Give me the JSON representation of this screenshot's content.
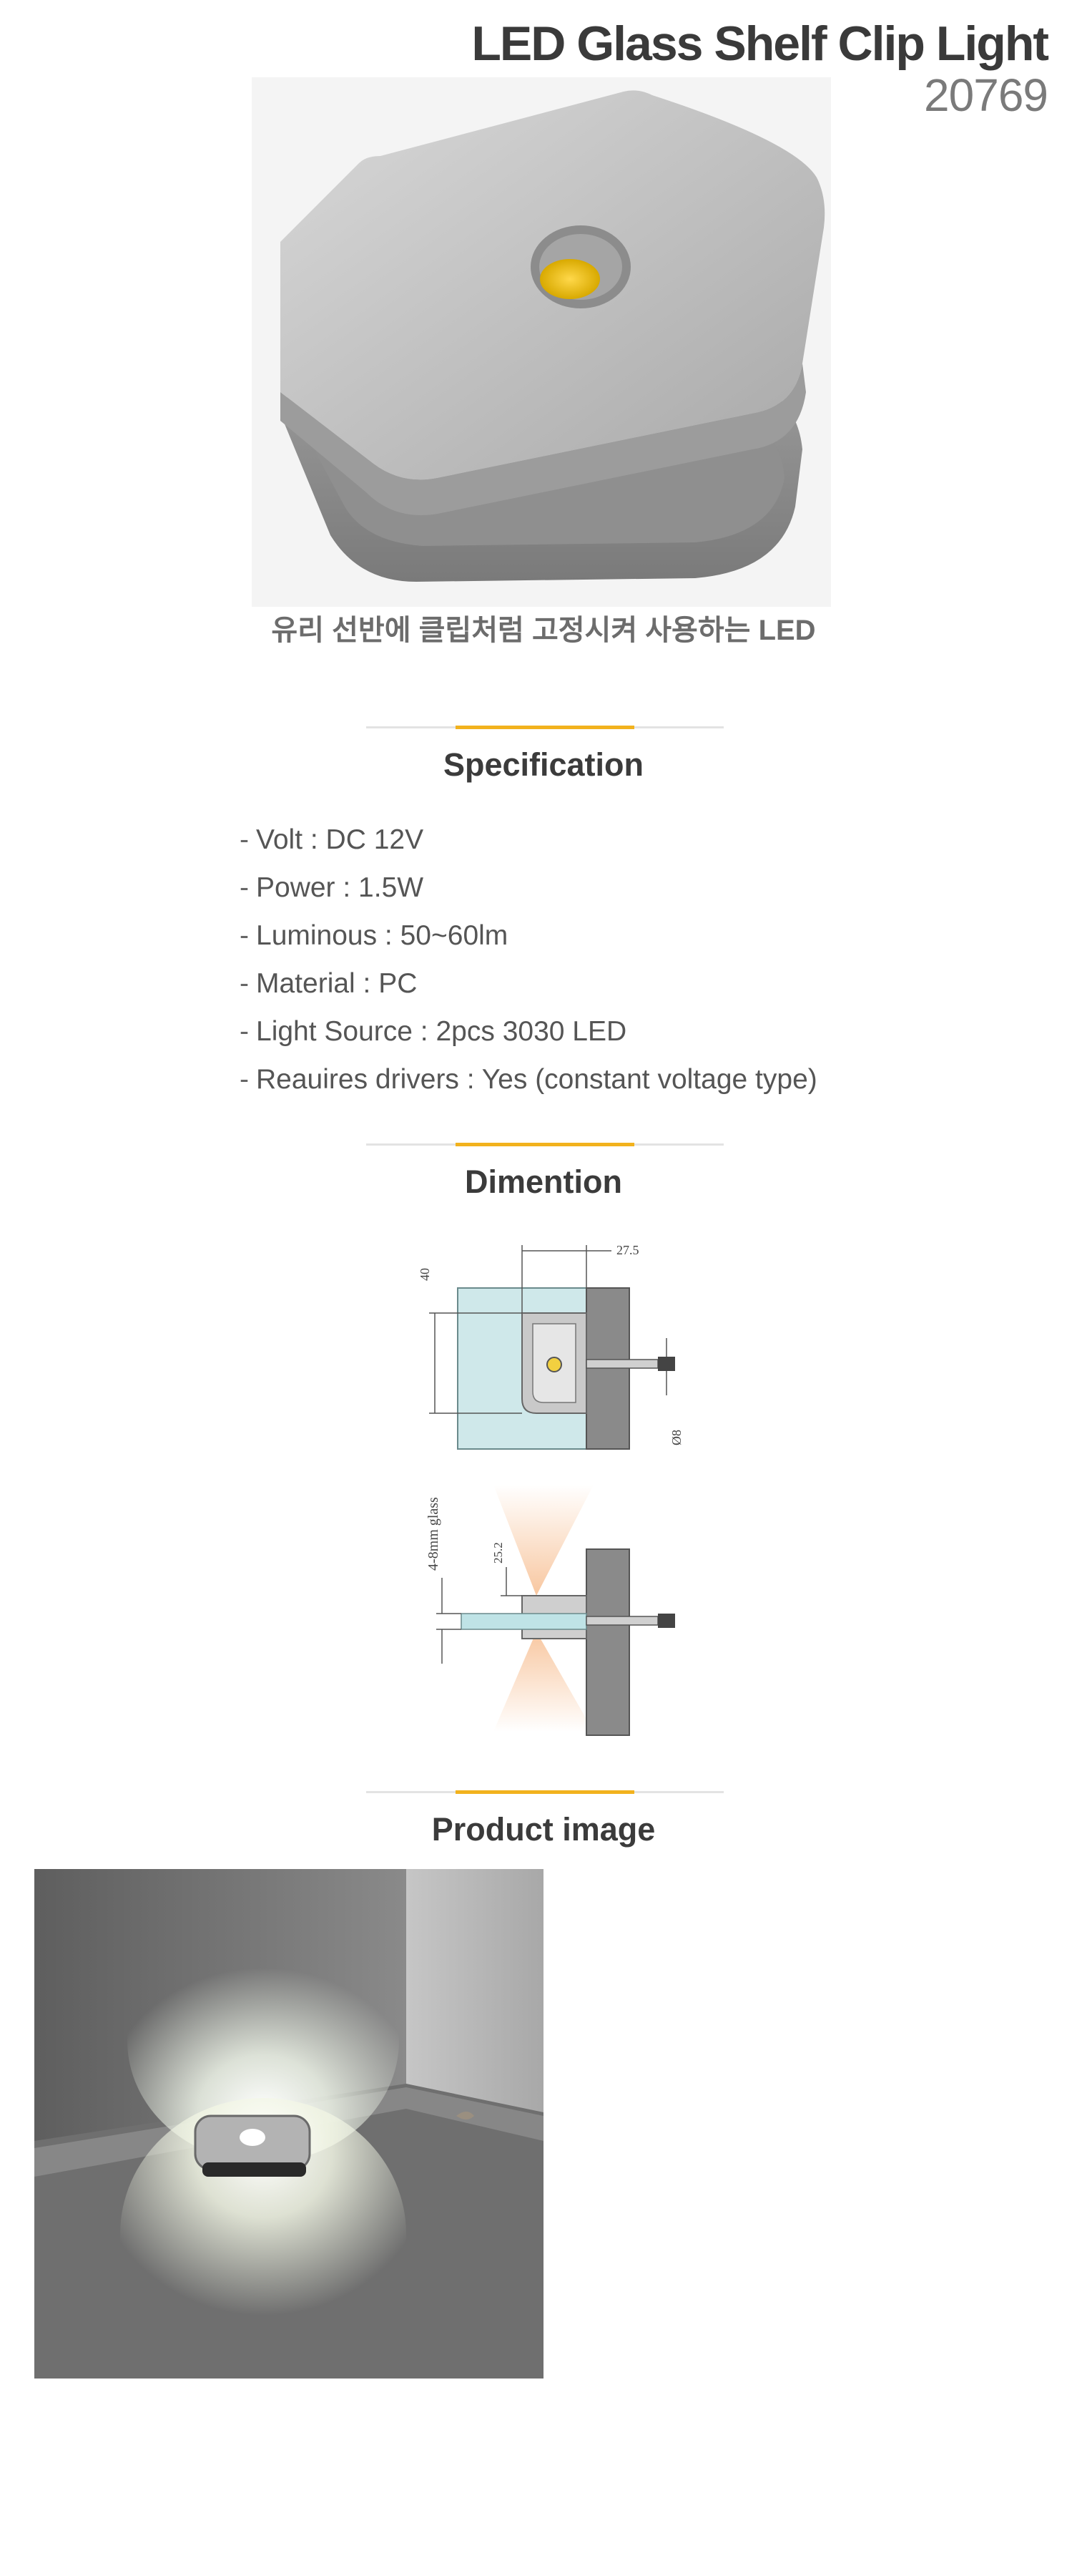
{
  "header": {
    "title": "LED Glass Shelf Clip Light",
    "model": "20769"
  },
  "hero": {
    "caption": "유리 선반에 클립처럼 고정시켜 사용하는 LED"
  },
  "specification": {
    "heading": "Specification",
    "items": [
      "Volt : DC 12V",
      "Power : 1.5W",
      "Luminous : 50~60lm",
      "Material : PC",
      "Light Source : 2pcs 3030 LED",
      "Reauires drivers : Yes (constant voltage type)"
    ]
  },
  "dimension": {
    "heading": "Dimention",
    "top_view": {
      "width_label": "27.5",
      "height_label": "40",
      "cable_label": "Ø8"
    },
    "side_view": {
      "glass_label": "4-8mm glass",
      "height_label": "25.2"
    }
  },
  "product_image": {
    "heading": "Product image"
  },
  "colors": {
    "accent": "#f2b21d",
    "glass": "#cfe8ea",
    "housing": "#bdbdbd"
  }
}
